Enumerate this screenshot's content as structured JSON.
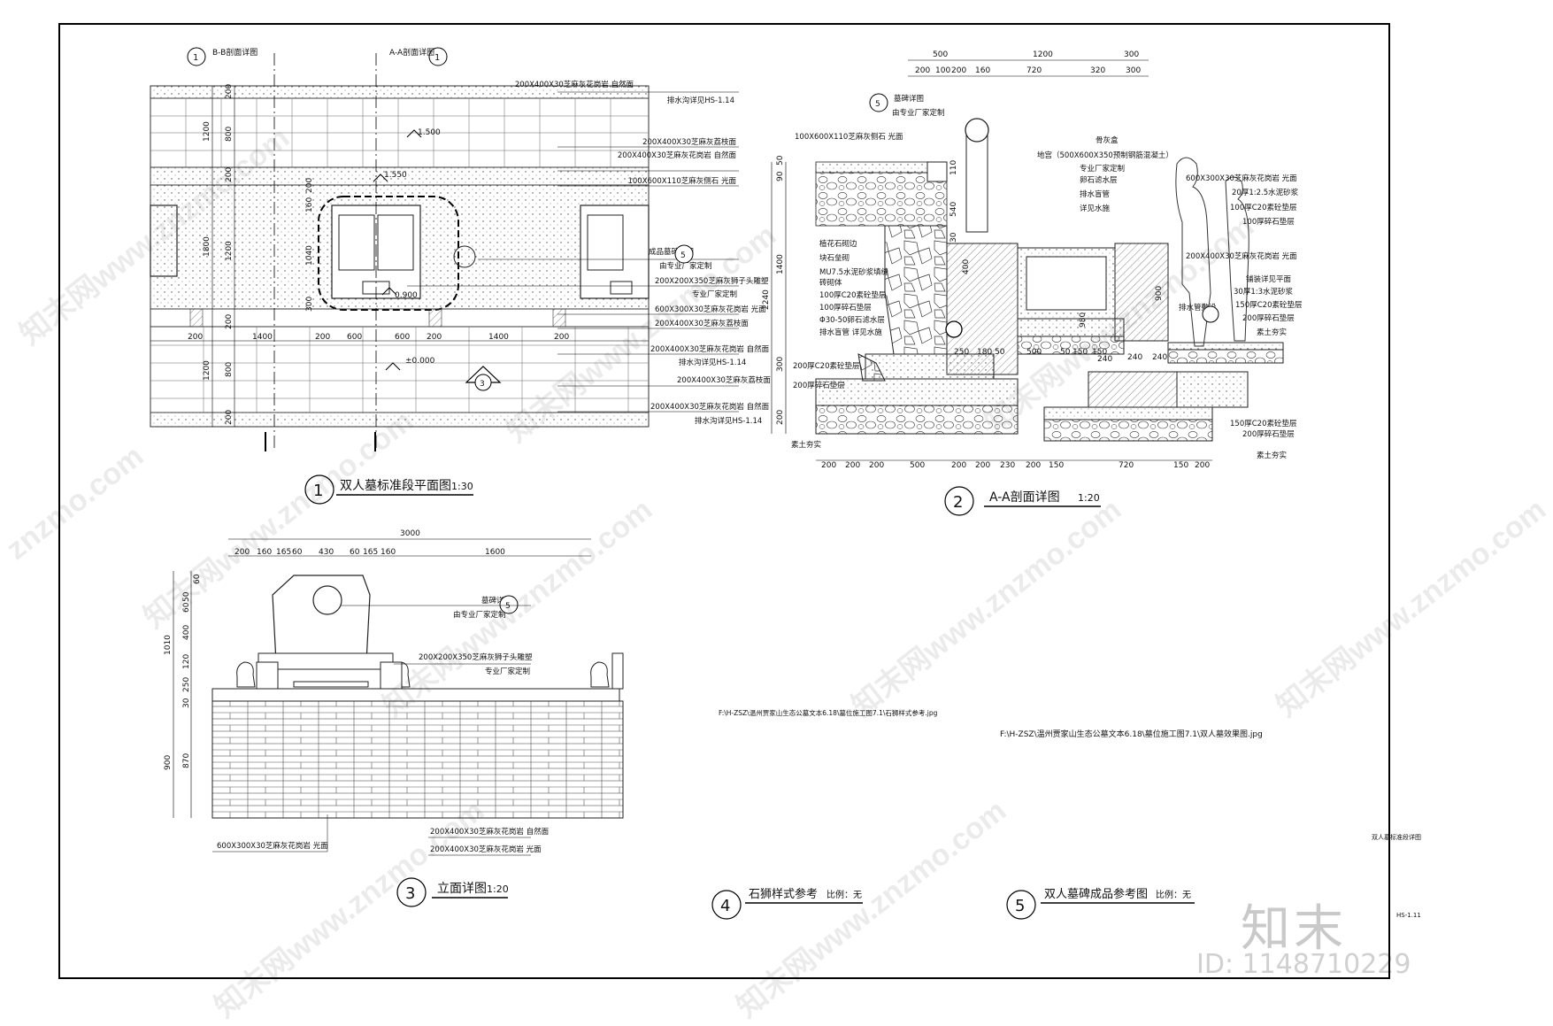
{
  "views": {
    "plan": {
      "num": "1",
      "title": "双人墓标准段平面图",
      "scale": "1:30"
    },
    "section": {
      "num": "2",
      "title": "A-A剖面详图",
      "scale": "1:20"
    },
    "elevation": {
      "num": "3",
      "title": "立面详图",
      "scale": "1:20"
    },
    "lion": {
      "num": "4",
      "title": "石狮样式参考",
      "scale": "比例：无"
    },
    "tomb": {
      "num": "5",
      "title": "双人墓碑成品参考图",
      "scale": "比例：无"
    }
  },
  "plan": {
    "cut_bb": "B-B剖面详图",
    "cut_aa": "A-A剖面详图",
    "elev_15": "1.500",
    "elev_155": "1.550",
    "elev_09": "0.900",
    "elev_0": "±0.000",
    "dims_left": [
      "1200",
      "1800",
      "1200"
    ],
    "dims_left2": [
      "200",
      "800",
      "200",
      "1200",
      "200",
      "800",
      "200"
    ],
    "dims_inner": [
      "160",
      "200",
      "1040",
      "300"
    ],
    "dims_bottom": [
      "200",
      "1400",
      "200",
      "600",
      "600",
      "200",
      "1400",
      "200"
    ],
    "notes": [
      "200X400X30芝麻灰花岗岩 自然面",
      "排水沟详见HS-1.14",
      "200X400X30芝麻灰荔枝面",
      "200X400X30芝麻灰花岗岩 自然面",
      "100X600X110芝麻灰侧石 光面",
      "成品墓碑详图",
      "由专业厂家定制",
      "200X200X350芝麻灰狮子头雕塑",
      "专业厂家定制",
      "600X300X30芝麻灰花岗岩 光面",
      "200X400X30芝麻灰荔枝面",
      "200X400X30芝麻灰花岗岩 自然面",
      "排水沟详见HS-1.14",
      "200X400X30芝麻灰荔枝面",
      "200X400X30芝麻灰花岗岩 自然面",
      "排水沟详见HS-1.14"
    ]
  },
  "section": {
    "dims_top1": [
      "500",
      "1200",
      "300"
    ],
    "dims_top2": [
      "200",
      "100",
      "200",
      "160",
      "720",
      "320",
      "300"
    ],
    "dims_left": [
      "50",
      "90",
      "1400",
      "300",
      "200"
    ],
    "dims_left_total": "2240",
    "dims_inner": [
      "110",
      "540",
      "30",
      "400",
      "900",
      "980"
    ],
    "dims_bottom": [
      "200",
      "200",
      "200",
      "500",
      "200",
      "200",
      "230",
      "200",
      "150",
      "720",
      "150",
      "200"
    ],
    "dims_mid": [
      "250",
      "180",
      "50",
      "500",
      "50",
      "150",
      "150",
      "240",
      "240",
      "240"
    ],
    "notes_left": [
      "墓碑详图",
      "由专业厂家定制",
      "100X600X110芝麻灰侧石 光面",
      "植花石砌边",
      "块石垒砌",
      "MU7.5水泥砂浆填缝",
      "砖砌体",
      "100厚C20素砼垫层",
      "100厚碎石垫层",
      "Φ30-50卵石滤水层",
      "排水盲管 详见水施",
      "200厚C20素砼垫层",
      "200厚碎石垫层",
      "素土夯实"
    ],
    "notes_right": [
      "骨灰盒",
      "地宫（500X600X350预制钢筋混凝土）",
      "专业厂家定制",
      "卵石滤水层",
      "排水盲管",
      "详见水施",
      "600X300X30芝麻灰花岗岩 光面",
      "20厚1:2.5水泥砂浆",
      "100厚C20素砼垫层",
      "100厚碎石垫层",
      "200X400X30芝麻灰花岗岩 光面",
      "铺装详见平面",
      "30厚1:3水泥砂浆",
      "150厚C20素砼垫层",
      "200厚碎石垫层",
      "素土夯实",
      "排水管敷设",
      "150厚C20素砼垫层",
      "200厚碎石垫层",
      "素土夯实"
    ]
  },
  "elevation": {
    "dim_total": "3000",
    "dims_top": [
      "200",
      "160",
      "165",
      "60",
      "430",
      "60",
      "165",
      "160",
      "1600"
    ],
    "dims_left": [
      "50",
      "60",
      "60",
      "400",
      "120",
      "250",
      "30",
      "870"
    ],
    "dims_left_total": [
      "1010",
      "900"
    ],
    "notes": [
      "墓碑详图",
      "由专业厂家定制",
      "200X200X350芝麻灰狮子头雕塑",
      "专业厂家定制",
      "200X400X30芝麻灰花岗岩 自然面",
      "200X400X30芝麻灰花岗岩 光面",
      "600X300X30芝麻灰花岗岩 光面"
    ]
  },
  "refs": {
    "lion_path": "F:\\H-ZSZ\\温州贾家山生态公墓文本6.18\\墓位施工图7.1\\石狮样式参考.jpg",
    "tomb_path": "F:\\H-ZSZ\\温州贾家山生态公墓文本6.18\\墓位施工图7.1\\双人墓效果图.jpg"
  },
  "side": {
    "title_block": "双人墓标准段详图",
    "sheet_no": "HS-1.11"
  },
  "watermark": {
    "site": "znzmo.com",
    "site2": "知末网www.znzmo.com",
    "brand": "知末",
    "id": "ID: 1148710229"
  }
}
